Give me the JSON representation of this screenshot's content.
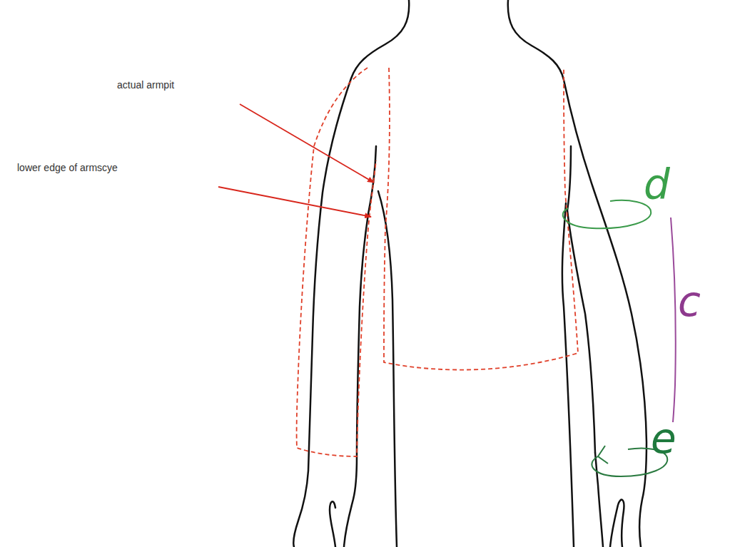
{
  "diagram": {
    "labels": [
      "actual armpit",
      "lower edge of armscye",
      "d",
      "c",
      "e"
    ]
  }
}
